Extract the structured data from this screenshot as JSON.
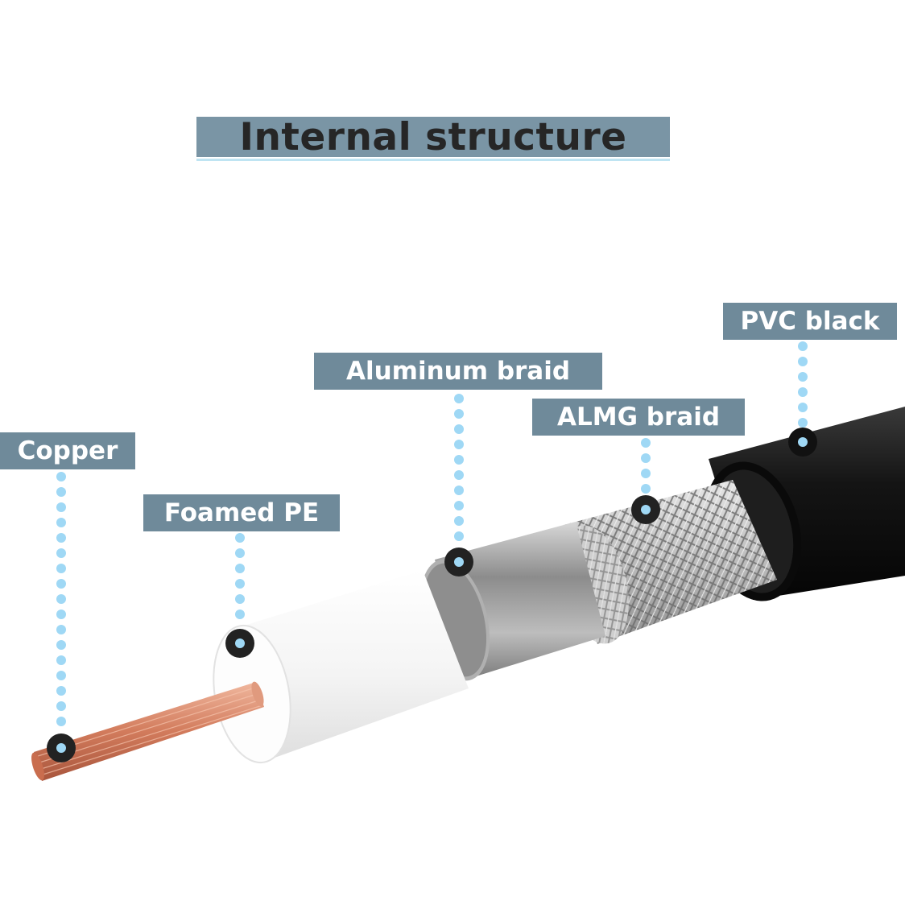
{
  "title": "Internal structure",
  "labels": {
    "copper": "Copper",
    "foamed_pe": "Foamed PE",
    "aluminum_braid": "Aluminum braid",
    "almg_braid": "ALMG braid",
    "pvc_black": "PVC black"
  },
  "colors": {
    "label_background": "#6f8a9a",
    "title_background": "#7a95a5",
    "leader_dots": "#9fd8f5",
    "copper": "#d9866a",
    "dielectric": "#f4f4f4",
    "foil": "#a8a8a8",
    "braid": "#c4c4c4",
    "jacket": "#141414"
  }
}
